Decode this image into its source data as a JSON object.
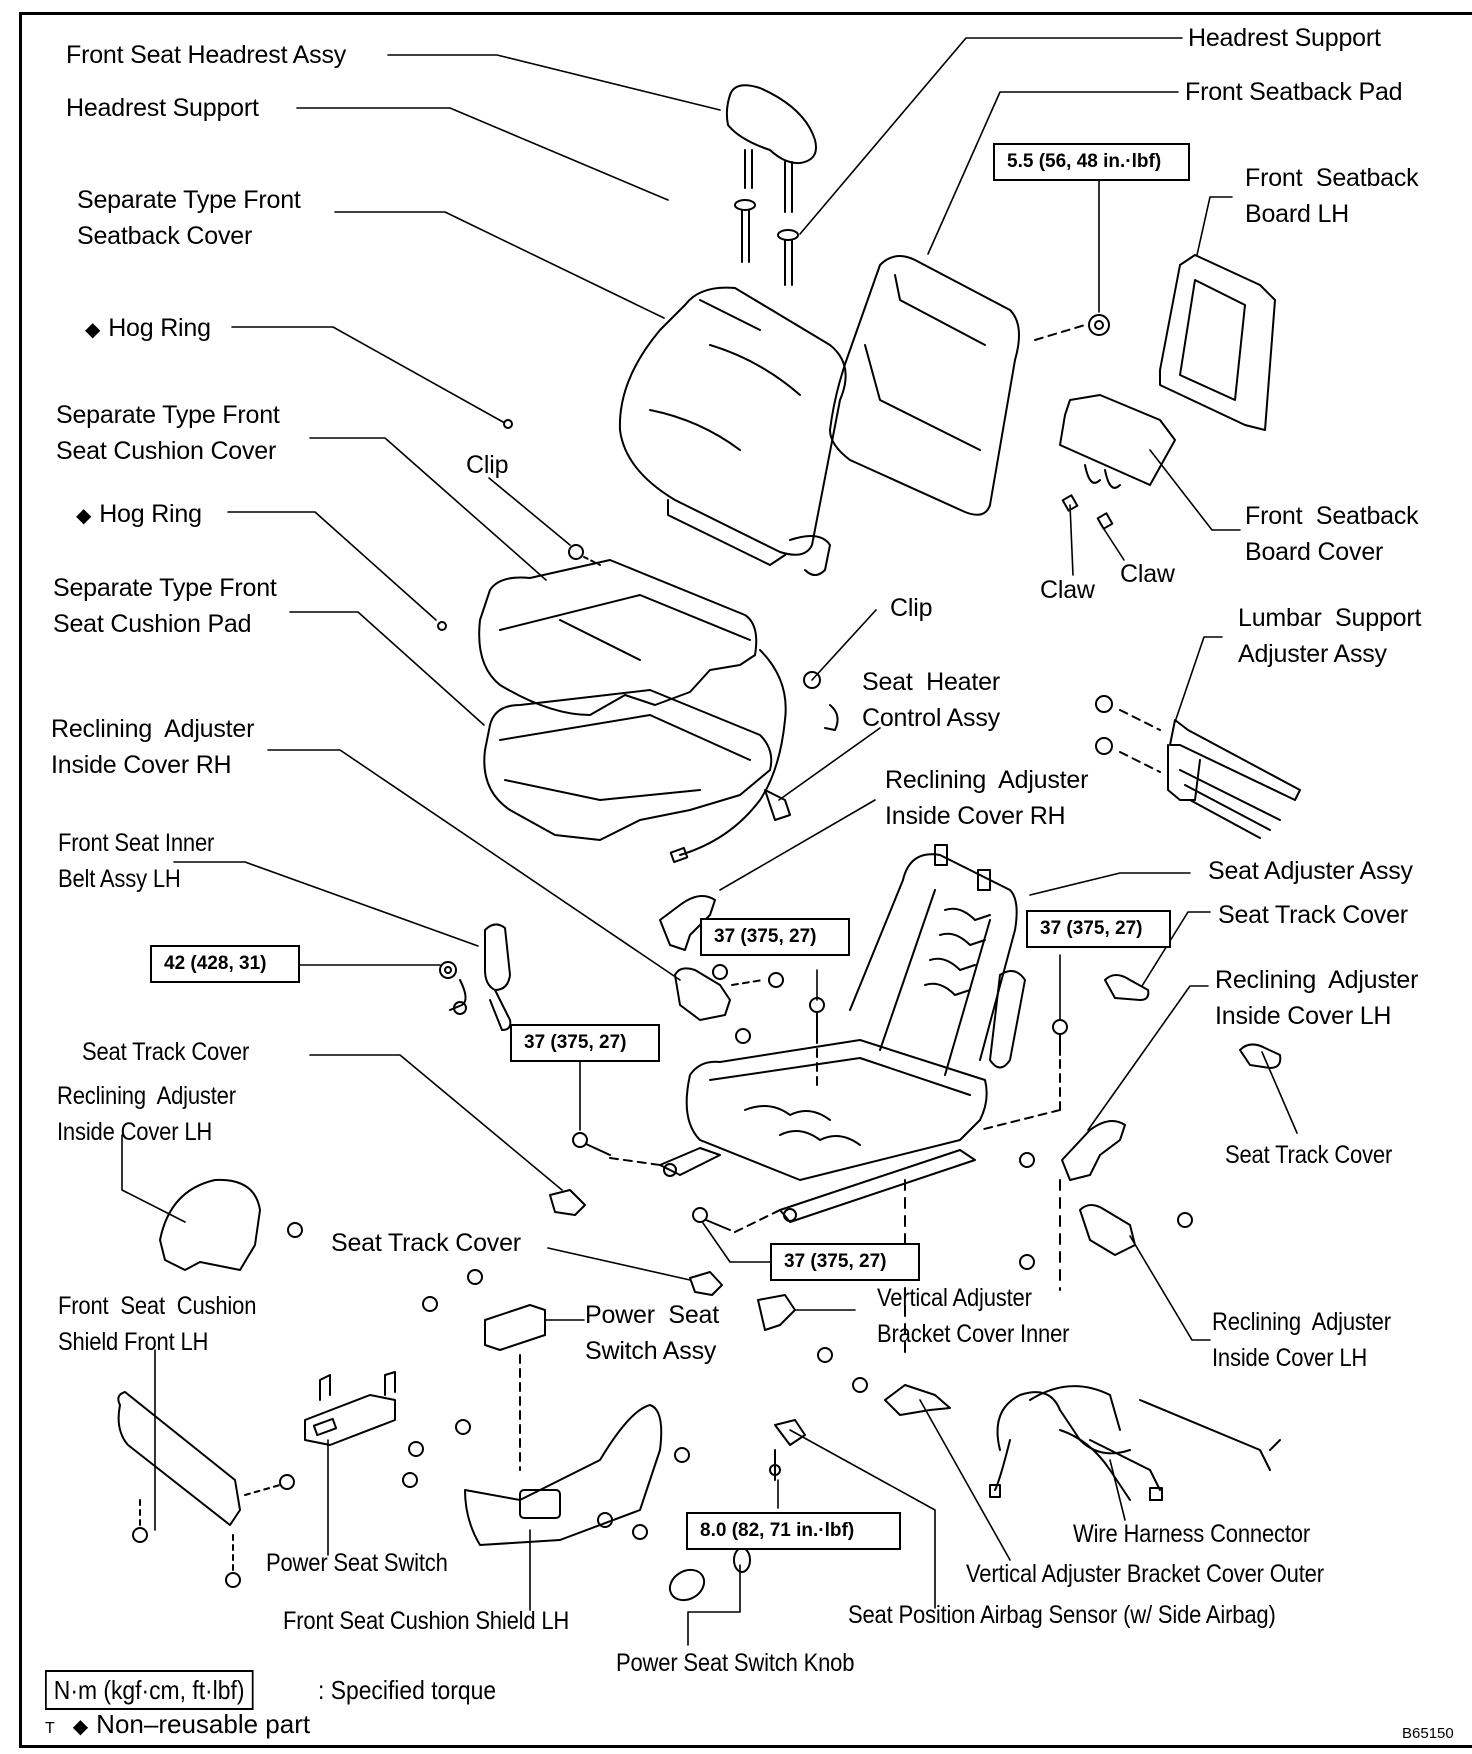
{
  "diagram": {
    "type": "exploded-parts-diagram",
    "subject": "Front Seat (LH) components",
    "figure_code": "B65150",
    "labels": {
      "front_seat_headrest_assy": "Front Seat Headrest Assy",
      "headrest_support_left": "Headrest Support",
      "headrest_support_right": "Headrest Support",
      "front_seatback_pad": "Front Seatback Pad",
      "separate_type_front_seatback_cover": [
        "Separate Type Front",
        "Seatback Cover"
      ],
      "front_seatback_board_lh": [
        "Front  Seatback",
        "Board LH"
      ],
      "hog_ring_1": "Hog Ring",
      "separate_type_front_seat_cushion_cover": [
        "Separate Type Front",
        "Seat Cushion Cover"
      ],
      "clip_1": "Clip",
      "hog_ring_2": "Hog Ring",
      "front_seatback_board_cover": [
        "Front  Seatback",
        "Board Cover"
      ],
      "claw_1": "Claw",
      "claw_2": "Claw",
      "separate_type_front_seat_cushion_pad": [
        "Separate Type Front",
        "Seat Cushion Pad"
      ],
      "clip_2": "Clip",
      "lumbar_support_adjuster_assy": [
        "Lumbar  Support",
        "Adjuster Assy"
      ],
      "seat_heater_control_assy": [
        "Seat  Heater",
        "Control Assy"
      ],
      "reclining_adjuster_inside_cover_rh_left": [
        "Reclining  Adjuster",
        "Inside Cover RH"
      ],
      "reclining_adjuster_inside_cover_rh_right": [
        "Reclining  Adjuster",
        "Inside Cover RH"
      ],
      "front_seat_inner_belt_assy_lh": [
        "Front Seat Inner",
        "Belt Assy LH"
      ],
      "seat_adjuster_assy": "Seat Adjuster Assy",
      "seat_track_cover_right_top": "Seat Track Cover",
      "reclining_adjuster_inside_cover_lh_right_top": [
        "Reclining  Adjuster",
        "Inside Cover LH"
      ],
      "seat_track_cover_left": "Seat Track Cover",
      "reclining_adjuster_inside_cover_lh_left": [
        "Reclining  Adjuster",
        "Inside Cover LH"
      ],
      "seat_track_cover_right_mid": "Seat Track Cover",
      "seat_track_cover_center": "Seat Track Cover",
      "front_seat_cushion_shield_front_lh": [
        "Front  Seat  Cushion",
        "Shield Front LH"
      ],
      "power_seat_switch_assy": [
        "Power  Seat",
        "Switch Assy"
      ],
      "vertical_adjuster_bracket_cover_inner": [
        "Vertical Adjuster",
        "Bracket Cover Inner"
      ],
      "reclining_adjuster_inside_cover_lh_right_bottom": [
        "Reclining  Adjuster",
        "Inside Cover LH"
      ],
      "wire_harness_connector": "Wire Harness Connector",
      "vertical_adjuster_bracket_cover_outer": "Vertical Adjuster Bracket Cover Outer",
      "power_seat_switch": "Power Seat Switch",
      "seat_position_airbag_sensor": "Seat Position Airbag Sensor (w/ Side Airbag)",
      "front_seat_cushion_shield_lh": "Front Seat Cushion Shield LH",
      "power_seat_switch_knob": "Power Seat Switch Knob"
    },
    "torque_specs": {
      "seatback_board": "5.5 (56, 48 in.·lbf)",
      "inner_belt": "42 (428, 31)",
      "recliner_rh": "37 (375, 27)",
      "recliner_lh": "37 (375, 27)",
      "track_front": "37 (375, 27)",
      "track_rear": "37 (375, 27)",
      "airbag_sensor": "8.0 (82, 71 in.·lbf)"
    },
    "legend": {
      "torque_unit_box": "N·m (kgf·cm, ft·lbf)",
      "torque_unit_desc": ": Specified torque",
      "nonreusable_prefix": "T",
      "nonreusable_symbol": "◆",
      "nonreusable_desc": "Non–reusable part"
    },
    "symbols": {
      "nonreusable_marker": "◆"
    }
  }
}
